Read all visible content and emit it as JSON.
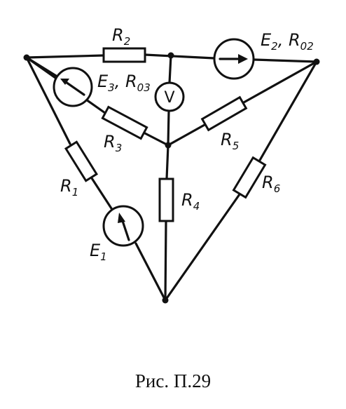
{
  "labels": {
    "r1": "R",
    "r1_sub": "1",
    "r2": "R",
    "r2_sub": "2",
    "r3": "R",
    "r3_sub": "3",
    "r4": "R",
    "r4_sub": "4",
    "r5": "R",
    "r5_sub": "5",
    "r6": "R",
    "r6_sub": "6",
    "e1": "E",
    "e1_sub": "1",
    "e2": "E",
    "e2_sub": "2",
    "e2_sep": ", R",
    "r02_sub": "02",
    "e3": "E",
    "e3_sub": "3",
    "e3_sep": ", R",
    "r03_sub": "03",
    "voltmeter": "V"
  },
  "caption": "Рис. П.29"
}
